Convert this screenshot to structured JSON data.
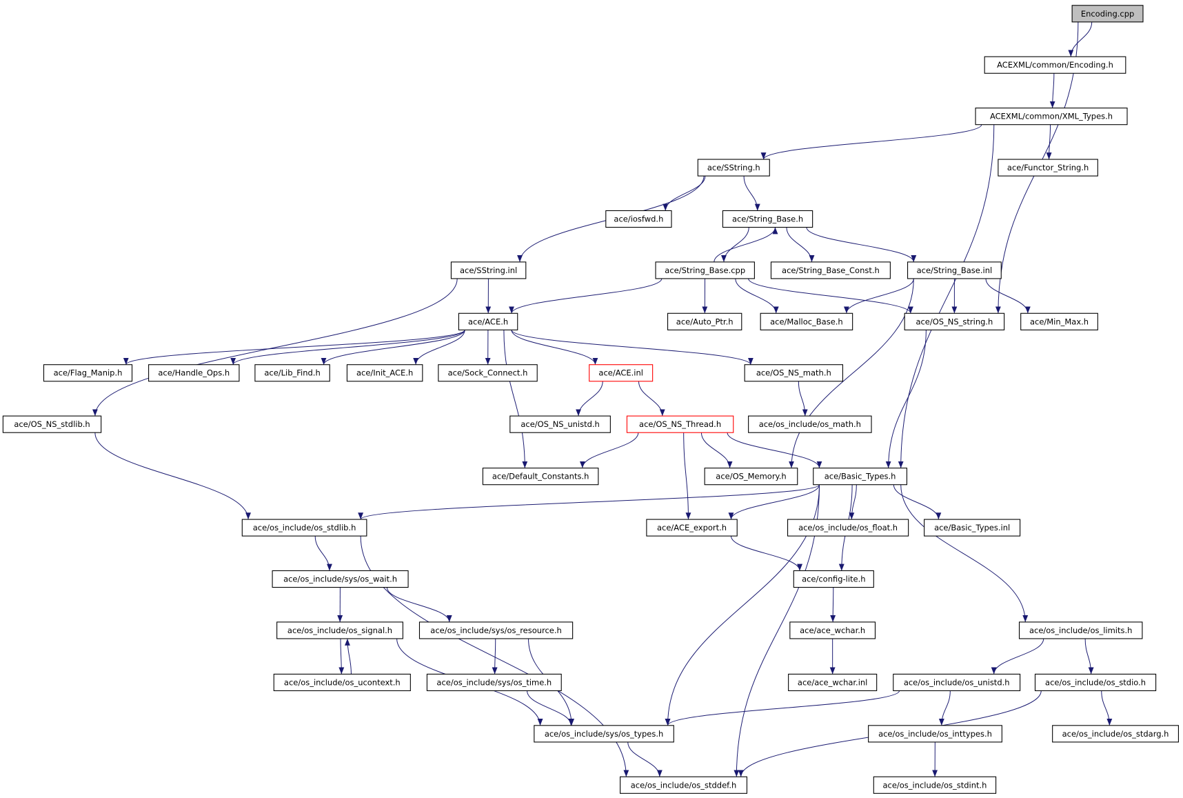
{
  "graph": {
    "colors": {
      "edge": "#191970",
      "root_fill": "#bfbfbf",
      "truncated_border": "#ff0000",
      "border": "#000000"
    },
    "root": 0,
    "truncated": [
      21,
      25
    ],
    "nodes": [
      "Encoding.cpp",
      "ACEXML/common/Encoding.h",
      "ACEXML/common/XML_Types.h",
      "ace/SString.h",
      "ace/Functor_String.h",
      "ace/iosfwd.h",
      "ace/String_Base.h",
      "ace/SString.inl",
      "ace/String_Base.cpp",
      "ace/String_Base_Const.h",
      "ace/String_Base.inl",
      "ace/ACE.h",
      "ace/Auto_Ptr.h",
      "ace/Malloc_Base.h",
      "ace/OS_NS_string.h",
      "ace/Min_Max.h",
      "ace/Flag_Manip.h",
      "ace/Handle_Ops.h",
      "ace/Lib_Find.h",
      "ace/Init_ACE.h",
      "ace/Sock_Connect.h",
      "ace/ACE.inl",
      "ace/OS_NS_math.h",
      "ace/OS_NS_stdlib.h",
      "ace/OS_NS_unistd.h",
      "ace/OS_NS_Thread.h",
      "ace/os_include/os_math.h",
      "ace/Default_Constants.h",
      "ace/OS_Memory.h",
      "ace/Basic_Types.h",
      "ace/os_include/os_stdlib.h",
      "ace/ACE_export.h",
      "ace/os_include/os_float.h",
      "ace/Basic_Types.inl",
      "ace/os_include/sys/os_wait.h",
      "ace/config-lite.h",
      "ace/os_include/os_signal.h",
      "ace/os_include/sys/os_resource.h",
      "ace/ace_wchar.h",
      "ace/os_include/os_limits.h",
      "ace/os_include/os_ucontext.h",
      "ace/os_include/sys/os_time.h",
      "ace/ace_wchar.inl",
      "ace/os_include/os_unistd.h",
      "ace/os_include/os_stdio.h",
      "ace/os_include/sys/os_types.h",
      "ace/os_include/os_inttypes.h",
      "ace/os_include/os_stdarg.h",
      "ace/os_include/os_stddef.h",
      "ace/os_include/os_stdint.h"
    ],
    "edges": [
      [
        0,
        1
      ],
      [
        0,
        14
      ],
      [
        1,
        2
      ],
      [
        2,
        3
      ],
      [
        2,
        4
      ],
      [
        2,
        29
      ],
      [
        3,
        5
      ],
      [
        3,
        6
      ],
      [
        3,
        7
      ],
      [
        6,
        8
      ],
      [
        8,
        6
      ],
      [
        6,
        9
      ],
      [
        6,
        10
      ],
      [
        7,
        11
      ],
      [
        7,
        23
      ],
      [
        8,
        11
      ],
      [
        8,
        12
      ],
      [
        8,
        13
      ],
      [
        8,
        14
      ],
      [
        10,
        13
      ],
      [
        10,
        14
      ],
      [
        10,
        15
      ],
      [
        10,
        28
      ],
      [
        11,
        16
      ],
      [
        11,
        17
      ],
      [
        11,
        18
      ],
      [
        11,
        19
      ],
      [
        11,
        20
      ],
      [
        11,
        21
      ],
      [
        11,
        22
      ],
      [
        11,
        27
      ],
      [
        21,
        24
      ],
      [
        21,
        25
      ],
      [
        22,
        26
      ],
      [
        23,
        30
      ],
      [
        25,
        27
      ],
      [
        25,
        28
      ],
      [
        25,
        29
      ],
      [
        25,
        31
      ],
      [
        14,
        29
      ],
      [
        29,
        30
      ],
      [
        29,
        31
      ],
      [
        29,
        32
      ],
      [
        29,
        33
      ],
      [
        29,
        35
      ],
      [
        29,
        39
      ],
      [
        29,
        45
      ],
      [
        29,
        48
      ],
      [
        30,
        34
      ],
      [
        30,
        48
      ],
      [
        31,
        35
      ],
      [
        34,
        36
      ],
      [
        34,
        37
      ],
      [
        35,
        38
      ],
      [
        36,
        40
      ],
      [
        40,
        36
      ],
      [
        36,
        45
      ],
      [
        37,
        41
      ],
      [
        37,
        45
      ],
      [
        38,
        42
      ],
      [
        39,
        43
      ],
      [
        39,
        44
      ],
      [
        41,
        45
      ],
      [
        43,
        45
      ],
      [
        43,
        46
      ],
      [
        44,
        47
      ],
      [
        44,
        48
      ],
      [
        45,
        48
      ],
      [
        46,
        49
      ]
    ]
  }
}
